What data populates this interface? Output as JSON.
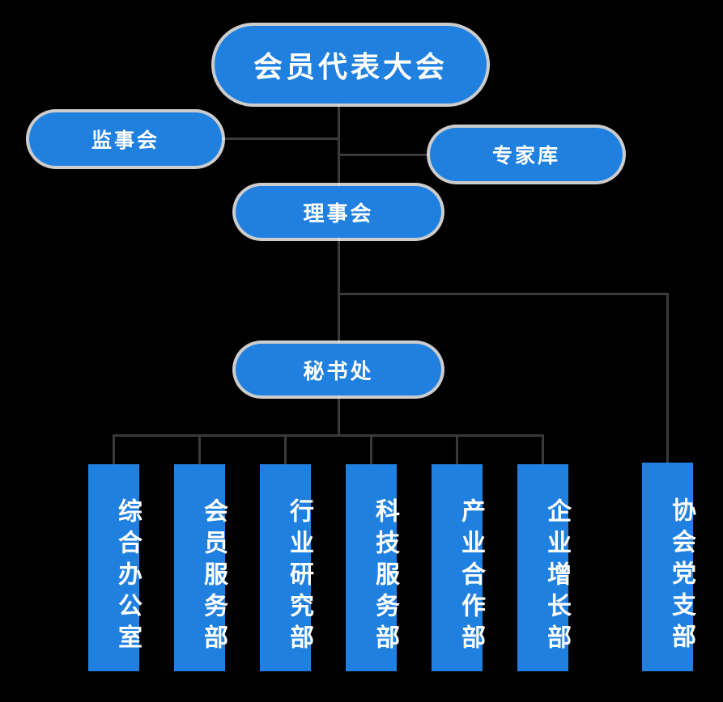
{
  "chart_data": {
    "type": "diagram",
    "subtype": "organization-chart",
    "title": "",
    "orientation": "top-down",
    "colors": {
      "background": "#000000",
      "node_fill": "#1f80e0",
      "node_text": "#ffffff",
      "connector": "#3a3a3a",
      "node_glow": "#ffffff"
    },
    "levels": [
      {
        "level": 1,
        "nodes": [
          "assembly"
        ]
      },
      {
        "level": 2,
        "nodes": [
          "supervisors",
          "experts"
        ]
      },
      {
        "level": 3,
        "nodes": [
          "directors"
        ]
      },
      {
        "level": 4,
        "nodes": [
          "secretariat",
          "party_branch"
        ]
      },
      {
        "level": 5,
        "nodes": [
          "general_office",
          "member_service",
          "industry_research",
          "tech_service",
          "industry_cooperation",
          "enterprise_growth"
        ]
      }
    ],
    "edges": [
      {
        "from": "assembly",
        "to": "directors"
      },
      {
        "from": "assembly",
        "to": "supervisors"
      },
      {
        "from": "assembly",
        "to": "experts"
      },
      {
        "from": "directors",
        "to": "secretariat"
      },
      {
        "from": "directors",
        "to": "party_branch"
      },
      {
        "from": "secretariat",
        "to": "general_office"
      },
      {
        "from": "secretariat",
        "to": "member_service"
      },
      {
        "from": "secretariat",
        "to": "industry_research"
      },
      {
        "from": "secretariat",
        "to": "tech_service"
      },
      {
        "from": "secretariat",
        "to": "industry_cooperation"
      },
      {
        "from": "secretariat",
        "to": "enterprise_growth"
      }
    ]
  },
  "nodes": {
    "assembly": {
      "id": "assembly",
      "label": "会员代表大会",
      "shape": "pill"
    },
    "supervisors": {
      "id": "supervisors",
      "label": "监事会",
      "shape": "pill"
    },
    "experts": {
      "id": "experts",
      "label": "专家库",
      "shape": "pill"
    },
    "directors": {
      "id": "directors",
      "label": "理事会",
      "shape": "pill"
    },
    "secretariat": {
      "id": "secretariat",
      "label": "秘书处",
      "shape": "pill"
    },
    "party_branch": {
      "id": "party_branch",
      "label": "协会党支部",
      "shape": "vertical-bar"
    }
  },
  "departments": [
    {
      "id": "general_office",
      "label": "综合办公室"
    },
    {
      "id": "member_service",
      "label": "会员服务部"
    },
    {
      "id": "industry_research",
      "label": "行业研究部"
    },
    {
      "id": "tech_service",
      "label": "科技服务部"
    },
    {
      "id": "industry_cooperation",
      "label": "产业合作部"
    },
    {
      "id": "enterprise_growth",
      "label": "企业增长部"
    }
  ]
}
